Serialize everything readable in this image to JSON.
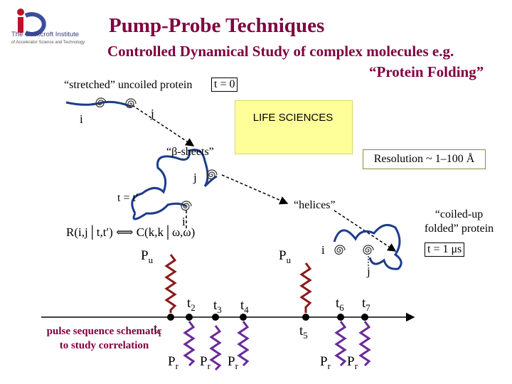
{
  "logo": {
    "name": "The Cockcroft Institute",
    "tagline": "of Accelerator Science and Technology"
  },
  "title": "Pump-Probe Techniques",
  "subtitle": "Controlled Dynamical Study of complex molecules e.g.",
  "subtitle_end": "“Protein Folding”",
  "labels": {
    "stretched": "“stretched” uncoiled protein",
    "t0": "t = 0",
    "life_sciences": "LIFE SCIENCES",
    "beta_sheets": "“β-sheets”",
    "resolution": "Resolution ~ 1–100 Å",
    "helices": "“helices”",
    "coiled": "“coiled-up folded” protein",
    "t_final": "t = 1 μs",
    "t_prime": "t = t′",
    "correlation": "R(i,j│t,t′) ⟺ C(k,k│ω,ω)",
    "i": "i",
    "j": "j",
    "pump": "P",
    "pump_sub": "u",
    "probe": "P",
    "probe_sub": "r",
    "t": "t",
    "pulse_sequence": "pulse sequence schematic to study correlation"
  },
  "time_points": [
    {
      "label": "t",
      "sub": "1"
    },
    {
      "label": "t",
      "sub": "2"
    },
    {
      "label": "t",
      "sub": "3"
    },
    {
      "label": "t",
      "sub": "4"
    },
    {
      "label": "t",
      "sub": "5"
    },
    {
      "label": "t",
      "sub": "6"
    },
    {
      "label": "t",
      "sub": "7"
    }
  ],
  "colors": {
    "title": "#800040",
    "pump": "#8b1a1a",
    "probe": "#6a2a9a",
    "life_box": "#ffff99",
    "protein": "#1c3c8c"
  }
}
